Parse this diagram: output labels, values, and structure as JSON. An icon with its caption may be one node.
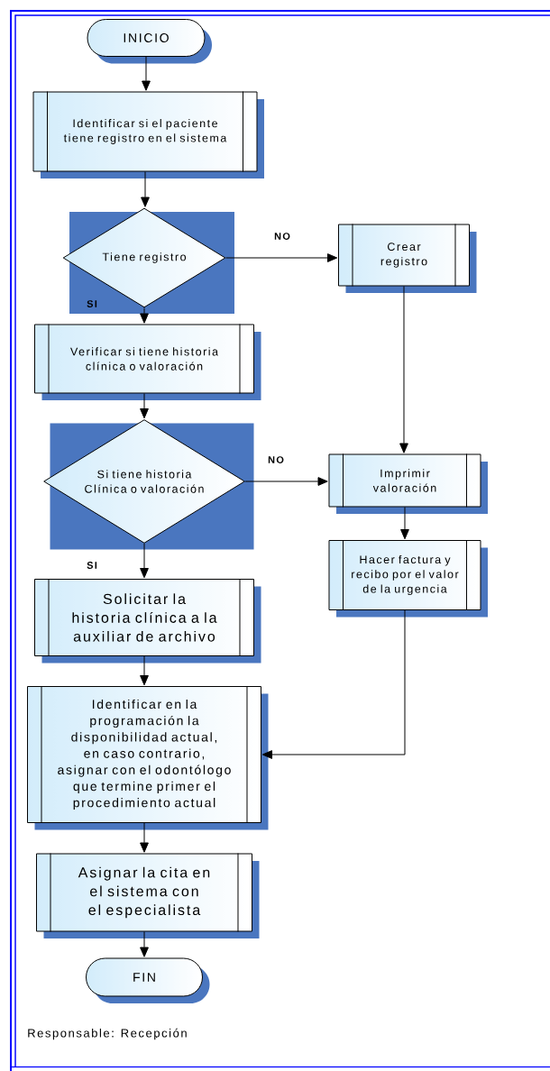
{
  "diagram": {
    "nodes": [
      {
        "text": [
          "INICIO"
        ]
      },
      {
        "text": [
          "Identificar si el paciente tiene registro en el sistema"
        ]
      },
      {
        "text": [
          "Tiene registro"
        ]
      },
      {
        "text": [
          "Crear registro"
        ]
      },
      {
        "text": [
          "Verificar si tiene historia clínica o valoración"
        ]
      },
      {
        "text": [
          "Si tiene historia Clínica o valoración"
        ]
      },
      {
        "text": [
          "Imprimir valoración"
        ]
      },
      {
        "text": [
          "Hacer factura y recibo por el valor de la urgencia"
        ]
      },
      {
        "text": [
          "Solicitar la historia clínica a la auxiliar de archivo"
        ]
      },
      {
        "text": [
          "Identificar en la programación la disponibilidad actual, en caso contrario, asignar con el odontólogo que termine primer el procedimiento actual"
        ]
      },
      {
        "text": [
          "Asignar la cita en el sistema con el especialista"
        ]
      },
      {
        "text": [
          "FIN"
        ]
      }
    ],
    "edges": [
      {
        "from": 0,
        "to": 1,
        "arrow": "to"
      },
      {
        "from": 1,
        "to": 2,
        "arrow": "to"
      },
      {
        "from": 2,
        "to": 3,
        "arrow": "to",
        "label": "NO"
      },
      {
        "from": 2,
        "to": 4,
        "arrow": "to",
        "label": "SI"
      },
      {
        "from": 3,
        "to": 6,
        "arrow": "to"
      },
      {
        "from": 4,
        "to": 5,
        "arrow": "to"
      },
      {
        "from": 5,
        "to": 6,
        "arrow": "to",
        "label": "NO"
      },
      {
        "from": 5,
        "to": 8,
        "arrow": "to",
        "label": "SI"
      },
      {
        "from": 6,
        "to": 7,
        "arrow": "to"
      },
      {
        "from": 7,
        "to": 9,
        "arrow": "to"
      },
      {
        "from": 8,
        "to": 9,
        "arrow": "to"
      },
      {
        "from": 9,
        "to": 10,
        "arrow": "to"
      },
      {
        "from": 10,
        "to": 11,
        "arrow": "to"
      }
    ],
    "labels": [
      "Responsable: Recepción"
    ]
  }
}
